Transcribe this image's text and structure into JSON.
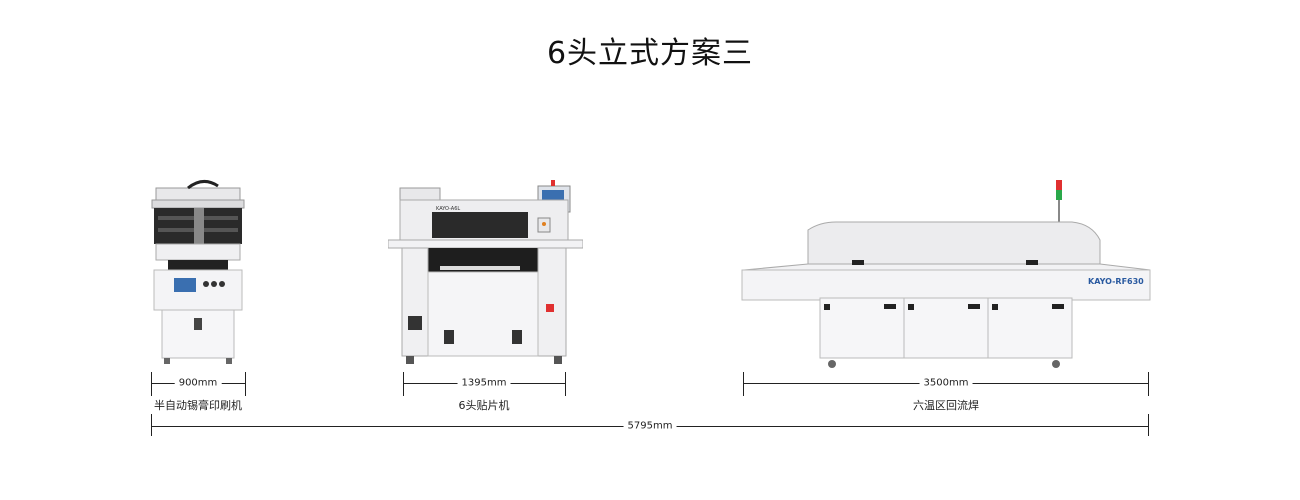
{
  "title": "6头立式方案三",
  "machines": [
    {
      "name": "半自动锡膏印刷机",
      "width_label": "900mm"
    },
    {
      "name": "6头贴片机",
      "width_label": "1395mm",
      "brand": "KAYO-A6L"
    },
    {
      "name": "六温区回流焊",
      "width_label": "3500mm",
      "brand": "KAYO-RF630"
    }
  ],
  "total_label": "5795mm",
  "colors": {
    "machine_body": "#ececee",
    "machine_dark": "#222222",
    "screen_blue": "#3a6fb0",
    "signal_red": "#e03030",
    "signal_green": "#2aa84a"
  }
}
